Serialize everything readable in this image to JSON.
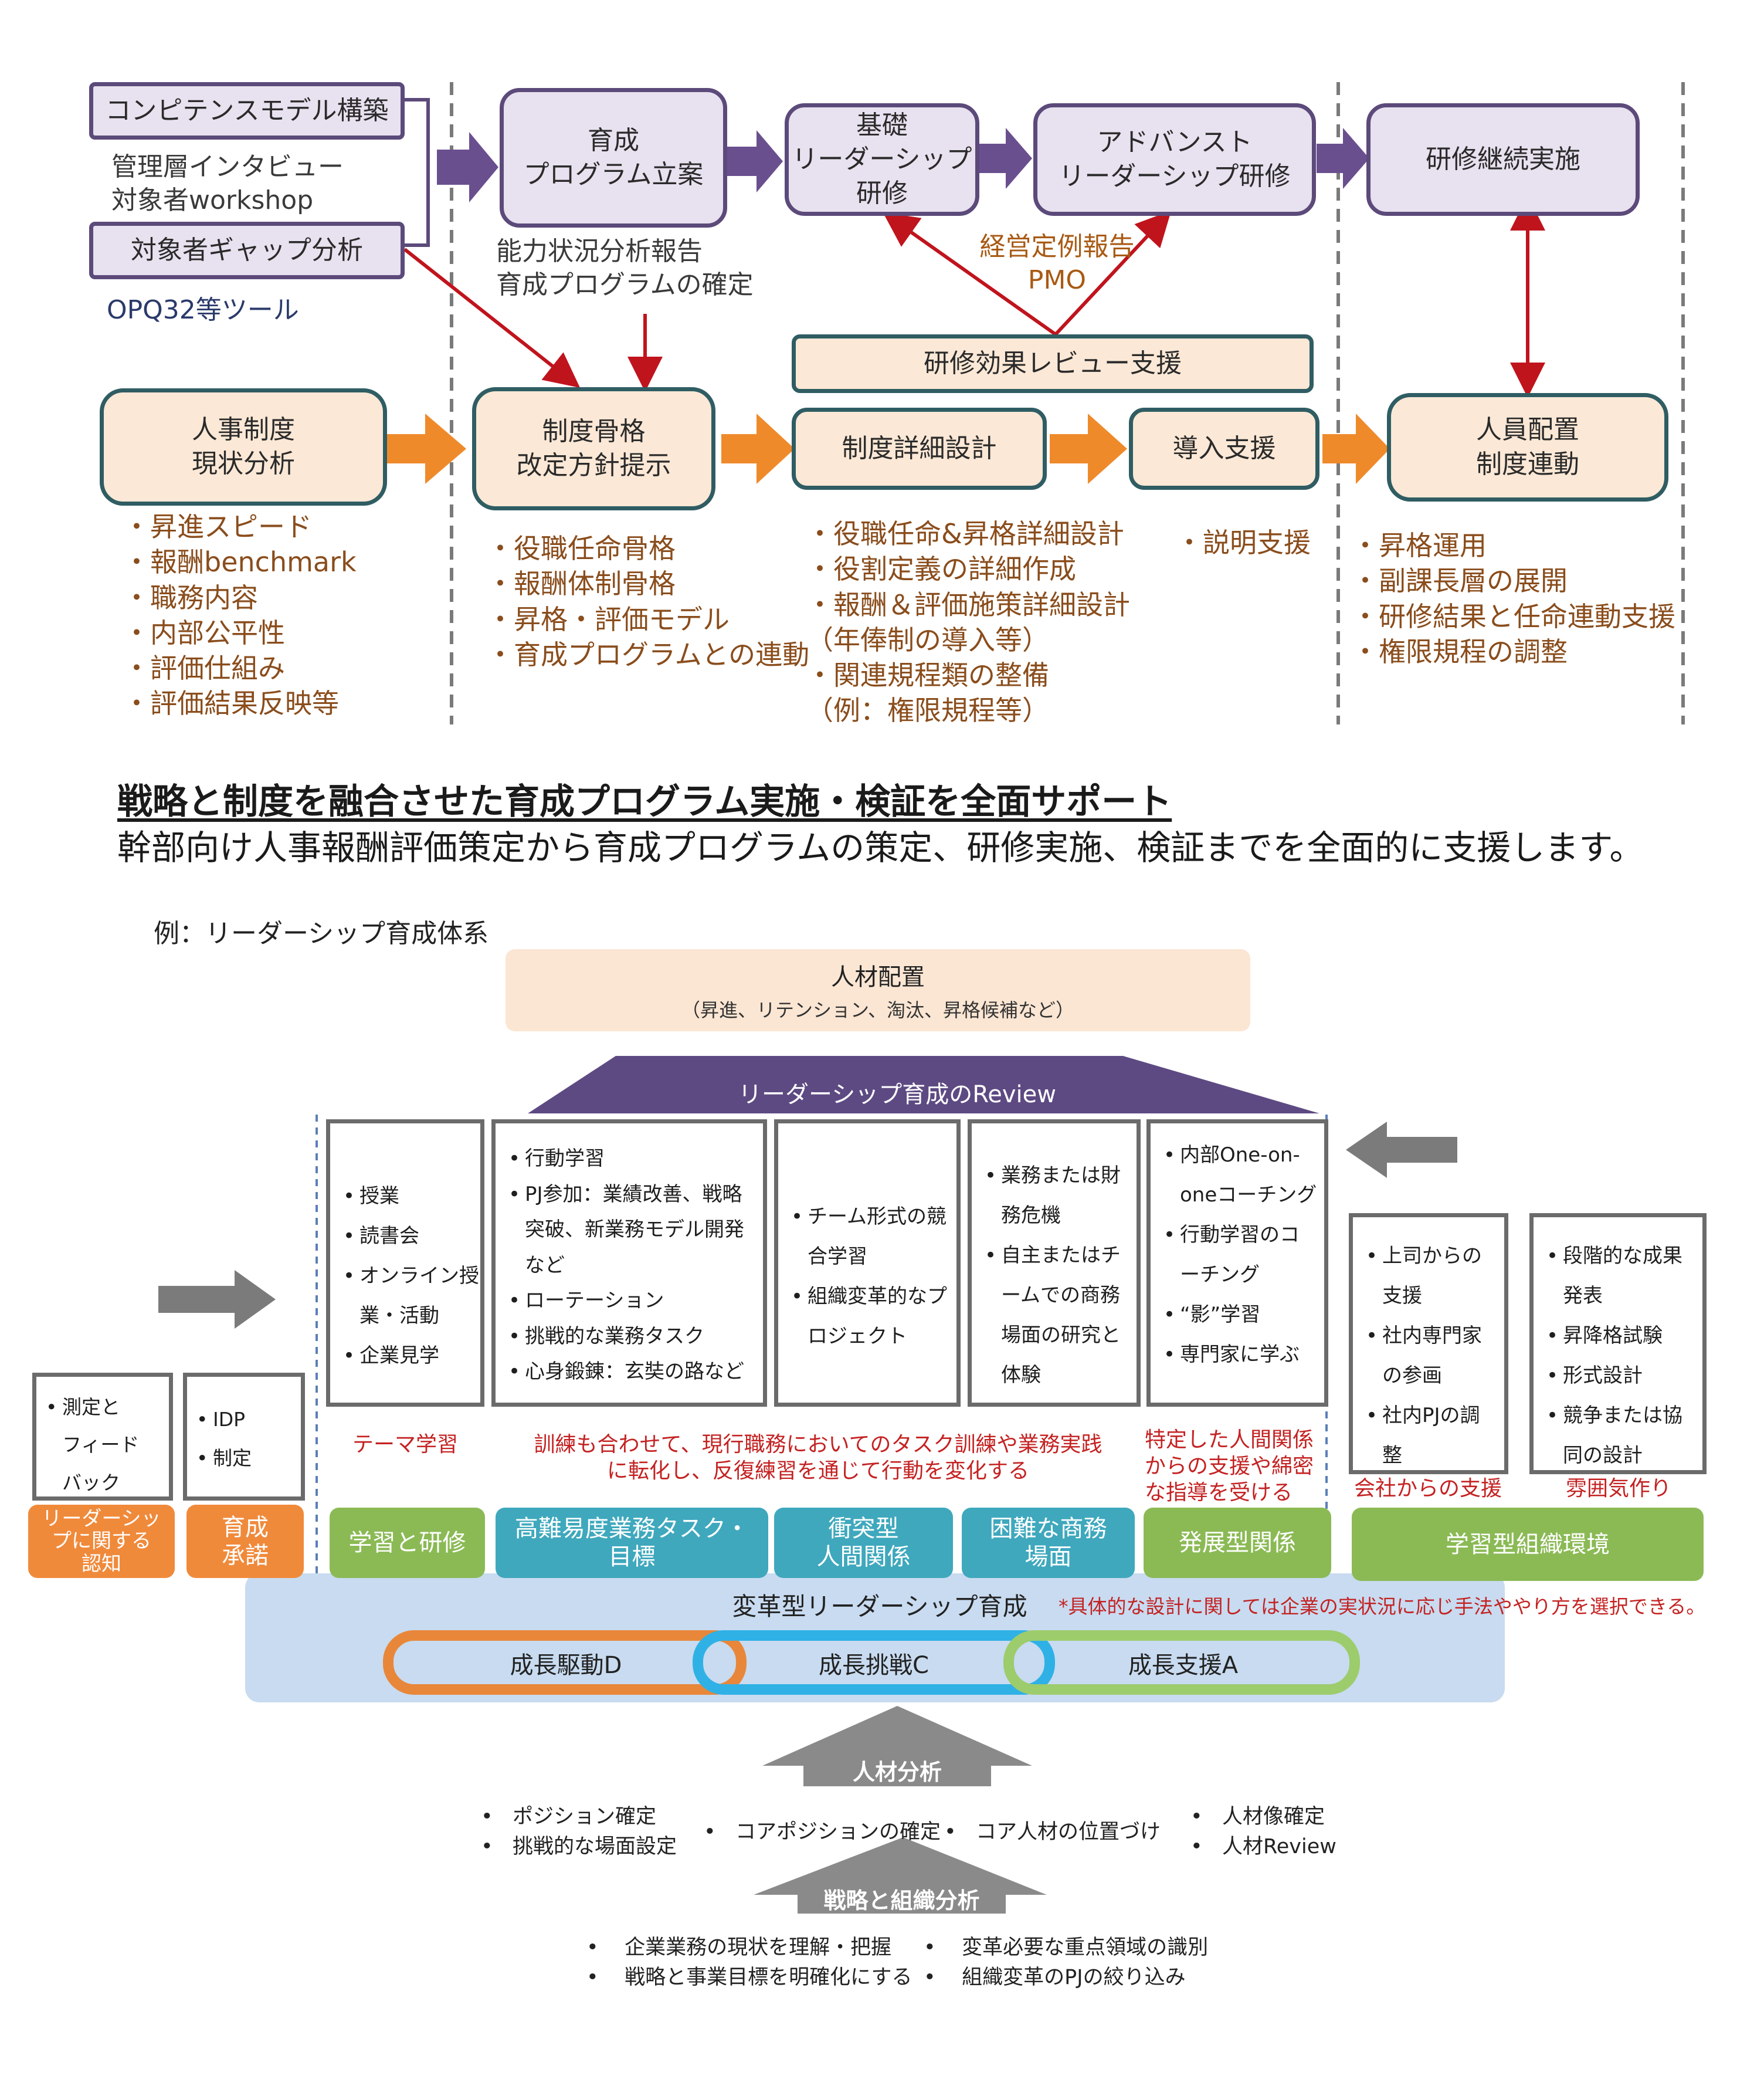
{
  "top": {
    "competency_model": "コンピテンスモデル構築",
    "mgmt_interview": [
      "管理層インタビュー",
      "対象者workshop"
    ],
    "gap_analysis": "対象者ギャップ分析",
    "opq_tool": "OPQ32等ツール",
    "program_plan": [
      "育成",
      "プログラム立案"
    ],
    "basic_training": [
      "基礎",
      "リーダーシップ",
      "研修"
    ],
    "advanced_training": [
      "アドバンスト",
      "リーダーシップ研修"
    ],
    "continued_training": "研修継続実施",
    "capability_report": [
      "能力状況分析報告",
      "育成プログラムの確定"
    ],
    "mgmt_report": [
      "経営定例報告",
      "PMO"
    ],
    "review_support": "研修効果レビュー支援",
    "hr_current": [
      "人事制度",
      "現状分析"
    ],
    "system_outline": [
      "制度骨格",
      "改定方針提示"
    ],
    "system_detail": "制度詳細設計",
    "intro_support": "導入支援",
    "staffing_link": [
      "人員配置",
      "制度連動"
    ],
    "list_hr_current": [
      "・昇進スピード",
      "・報酬benchmark",
      "・職務内容",
      "・内部公平性",
      "・評価仕組み",
      "・評価結果反映等"
    ],
    "list_system_outline": [
      "・役職任命骨格",
      "・報酬体制骨格",
      "・昇格・評価モデル",
      "・育成プログラムとの連動"
    ],
    "list_system_detail": [
      "・役職任命&昇格詳細設計",
      "・役割定義の詳細作成",
      "・報酬＆評価施策詳細設計",
      "（年俸制の導入等）",
      "・関連規程類の整備",
      "（例：権限規程等）"
    ],
    "list_intro_support": [
      "・説明支援"
    ],
    "list_staffing_link": [
      "・昇格運用",
      "・副課長層の展開",
      "・研修結果と任命連動支援",
      "・権限規程の調整"
    ]
  },
  "headline": {
    "title": "戦略と制度を融合させた育成プログラム実施・検証を全面サポート",
    "subtitle": "幹部向け人事報酬評価策定から育成プログラムの策定、研修実施、検証までを全面的に支援します。"
  },
  "bottom": {
    "example_label": "例：リーダーシップ育成体系",
    "placement_title": "人材配置",
    "placement_sub": "（昇進、リテンション、淘汰、昇格候補など）",
    "review_label": "リーダーシップ育成のReview",
    "box_learning": [
      "授業",
      "読書会",
      "オンライン授業・活動",
      "企業見学"
    ],
    "box_tasks": [
      "行動学習",
      "PJ参加：業績改善、戦略突破、新業務モデル開発など",
      "ローテーション",
      "挑戦的な業務タスク",
      "心身鍛錬：玄奘の路など"
    ],
    "box_conflict": [
      "チーム形式の競合学習",
      "組織変革的なプロジェクト"
    ],
    "box_business": [
      "業務または財務危機",
      "自主またはチームでの商務場面の研究と体験"
    ],
    "box_coaching": [
      "内部One-on-oneコーチング",
      "行動学習のコーチング",
      "“影”学習",
      "専門家に学ぶ"
    ],
    "box_company": [
      "上司からの支援",
      "社内専門家の参画",
      "社内PJの調整"
    ],
    "box_atmos": [
      "段階的な成果発表",
      "昇降格試験",
      "形式設計",
      "競争または協同の設計"
    ],
    "box_measure": [
      "測定とフィードバック",
      "IDP制定"
    ],
    "box_measure_a": [
      "測定と",
      "フィード",
      "バック"
    ],
    "box_idp": [
      "IDP",
      "制定"
    ],
    "cap_theme": "テーマ学習",
    "cap_training": [
      "訓練も合わせて、現行職務においてのタスク訓練や業務実践",
      "に転化し、反復練習を通じて行動を変化する"
    ],
    "cap_relation": [
      "特定した人間関係",
      "からの支援や綿密",
      "な指導を受ける"
    ],
    "cap_company": "会社からの支援",
    "cap_atmos": "雰囲気作り",
    "pill_awareness": [
      "リーダーシッ",
      "プに関する",
      "認知"
    ],
    "pill_commit": [
      "育成",
      "承諾"
    ],
    "pill_learning": "学習と研修",
    "pill_tasks": [
      "高難易度業務タスク・",
      "目標"
    ],
    "pill_conflict": [
      "衝突型",
      "人間関係"
    ],
    "pill_business": [
      "困難な商務",
      "場面"
    ],
    "pill_develop": "発展型関係",
    "pill_env": "学習型組織環境",
    "transform_title": "変革型リーダーシップ育成",
    "transform_note": "*具体的な設計に関しては企業の実状況に応じ手法ややり方を選択できる。",
    "growth_d": "成長駆動D",
    "growth_c": "成長挑戦C",
    "growth_a": "成長支援A",
    "talent_analysis": "人材分析",
    "strategy_analysis": "戦略と組織分析",
    "talent_list_1": [
      "ポジション確定",
      "挑戦的な場面設定"
    ],
    "talent_list_2": [
      "コアポジションの確定"
    ],
    "talent_list_3": [
      "コア人材の位置づけ"
    ],
    "talent_list_4": [
      "人材像確定",
      "人材Review"
    ],
    "strategy_list_1": [
      "企業業務の現状を理解・把握",
      "戦略と事業目標を明確化にする"
    ],
    "strategy_list_2": [
      "変革必要な重点領域の識別",
      "組織変革のPJの絞り込み"
    ]
  },
  "colors": {
    "purple_arrow": "#6a4f8f",
    "orange_arrow": "#ef8a2b",
    "red_line": "#c0141d",
    "teal_border": "#2f5d63",
    "green_pill": "#8bba55",
    "blue_pill": "#3fa8bd",
    "orange_pill": "#f08a3b"
  }
}
